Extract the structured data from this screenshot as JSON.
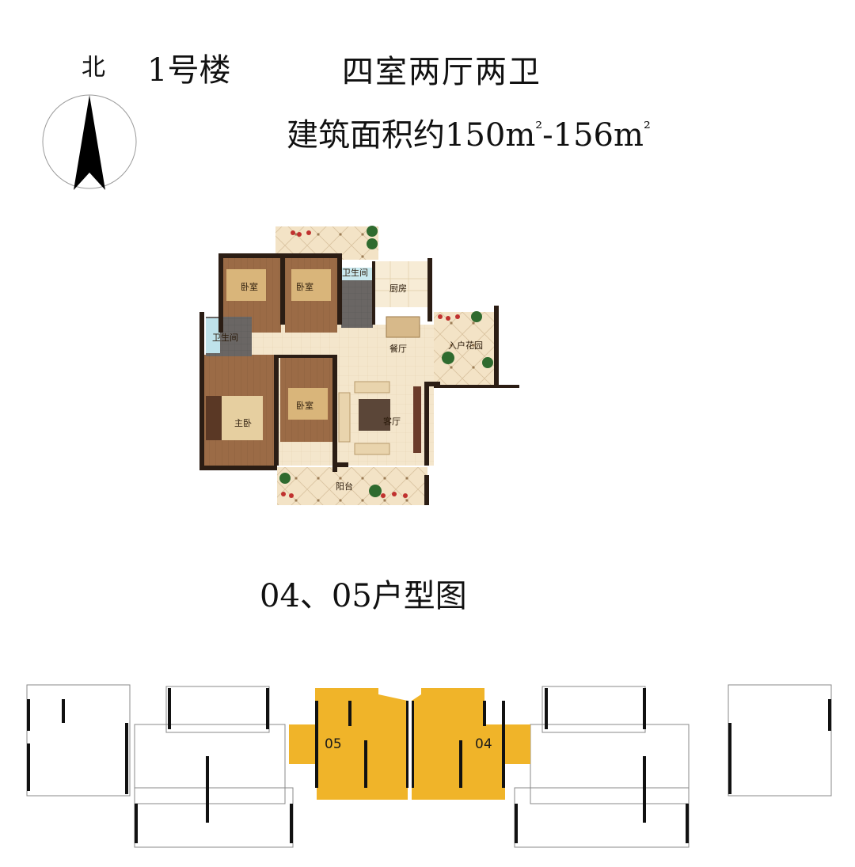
{
  "header": {
    "north_label": "北",
    "building": "1号楼",
    "layout_type": "四室两厅两卫",
    "area_prefix": "建筑面积约",
    "area_min": "150",
    "area_max": "156",
    "area_unit": "m",
    "area_unit_sup": "²",
    "area_sep": "-"
  },
  "compass": {
    "icon": "north-arrow-icon"
  },
  "floor_plan": {
    "rooms": [
      {
        "id": "bedroom-nw",
        "label": "卧室"
      },
      {
        "id": "bedroom-n",
        "label": "卧室"
      },
      {
        "id": "bathroom-n",
        "label": "卫生间"
      },
      {
        "id": "kitchen",
        "label": "厨房"
      },
      {
        "id": "bathroom-w",
        "label": "卫生间"
      },
      {
        "id": "dining",
        "label": "餐厅"
      },
      {
        "id": "entry-garden",
        "label": "入户花园"
      },
      {
        "id": "master-bedroom",
        "label": "主卧"
      },
      {
        "id": "bedroom-s",
        "label": "卧室"
      },
      {
        "id": "living",
        "label": "客厅"
      },
      {
        "id": "balcony",
        "label": "阳台"
      }
    ],
    "colors": {
      "wall": "#2b1d14",
      "floor_tile": "#f3e2c4",
      "wood_floor": "#9a6a45",
      "bath_tile": "#6e6e6e",
      "bath_label_bg": "#c9e8ee",
      "plant": "#2f6b2f",
      "flower": "#c0312f"
    }
  },
  "units_caption": "04、05户型图",
  "key_plan": {
    "highlight_color": "#f0b429",
    "highlighted_units": [
      {
        "label": "05"
      },
      {
        "label": "04"
      }
    ]
  }
}
